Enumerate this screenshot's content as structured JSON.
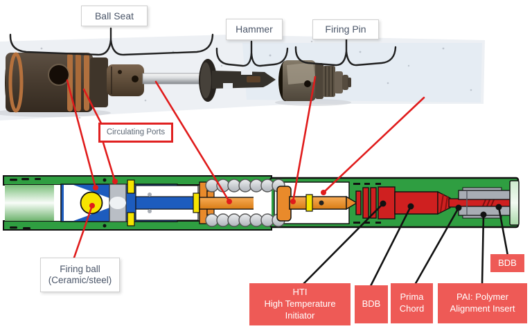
{
  "photo": {
    "ball_seat_label": "Ball Seat",
    "hammer_label": "Hammer",
    "firing_pin_label": "Firing Pin",
    "circulating_ports_label": "Circulating Ports"
  },
  "schematic": {
    "firing_ball_label": [
      "Firing ball",
      "(Ceramic/steel)"
    ],
    "hti_label": [
      "HTI",
      "High Temperature",
      "Initiator"
    ],
    "bdb_label": "BDB",
    "prima_chord_label": [
      "Prima",
      "Chord"
    ],
    "pai_label": [
      "PAI: Polymer",
      "Alignment Insert"
    ],
    "bdb_small_label": "BDB"
  },
  "colors": {
    "leader_red": "#e01b1b",
    "leader_black": "#111111",
    "callout_text": "#4a5568",
    "red_box_bg": "#ee5a56",
    "red_box_text": "#ffffff",
    "housing_green": "#2f9e41",
    "seat_blue": "#1d5cbe",
    "seal_yellow": "#f6e400",
    "hammer_orange": "#e98a2b",
    "explosive_red": "#cf2020",
    "sleeve_gray": "#a8adb4"
  }
}
